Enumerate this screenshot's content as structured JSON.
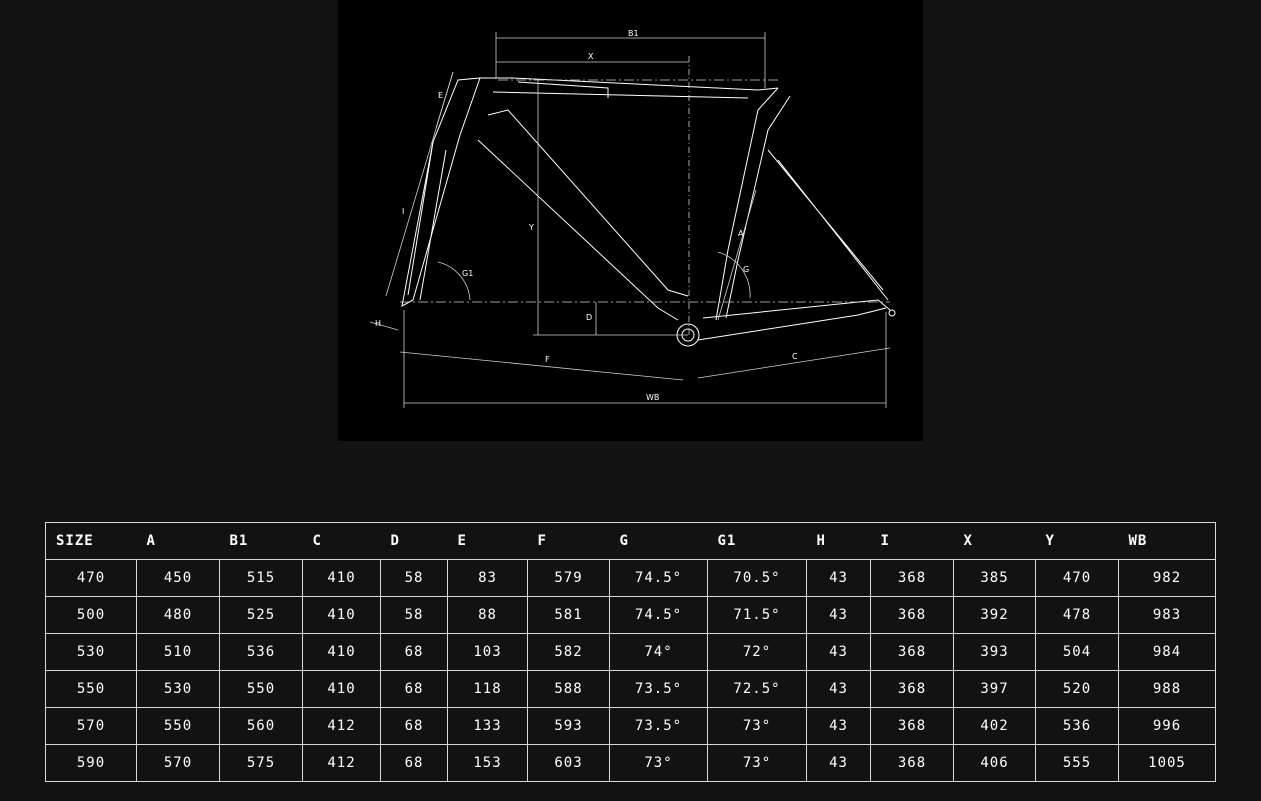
{
  "diagram": {
    "labels": {
      "b1": "B1",
      "x": "X",
      "e": "E",
      "i": "I",
      "g1": "G1",
      "h": "H",
      "y": "Y",
      "d": "D",
      "a": "A",
      "g": "G",
      "f": "F",
      "c": "C",
      "wb": "WB"
    },
    "line_color": "#ffffff",
    "background": "#000000"
  },
  "table": {
    "headers": [
      "SIZE",
      "A",
      "B1",
      "C",
      "D",
      "E",
      "F",
      "G",
      "G1",
      "H",
      "I",
      "X",
      "Y",
      "WB"
    ],
    "rows": [
      [
        "470",
        "450",
        "515",
        "410",
        "58",
        "83",
        "579",
        "74.5°",
        "70.5°",
        "43",
        "368",
        "385",
        "470",
        "982"
      ],
      [
        "500",
        "480",
        "525",
        "410",
        "58",
        "88",
        "581",
        "74.5°",
        "71.5°",
        "43",
        "368",
        "392",
        "478",
        "983"
      ],
      [
        "530",
        "510",
        "536",
        "410",
        "68",
        "103",
        "582",
        "74°",
        "72°",
        "43",
        "368",
        "393",
        "504",
        "984"
      ],
      [
        "550",
        "530",
        "550",
        "410",
        "68",
        "118",
        "588",
        "73.5°",
        "72.5°",
        "43",
        "368",
        "397",
        "520",
        "988"
      ],
      [
        "570",
        "550",
        "560",
        "412",
        "68",
        "133",
        "593",
        "73.5°",
        "73°",
        "43",
        "368",
        "402",
        "536",
        "996"
      ],
      [
        "590",
        "570",
        "575",
        "412",
        "68",
        "153",
        "603",
        "73°",
        "73°",
        "43",
        "368",
        "406",
        "555",
        "1005"
      ]
    ]
  }
}
